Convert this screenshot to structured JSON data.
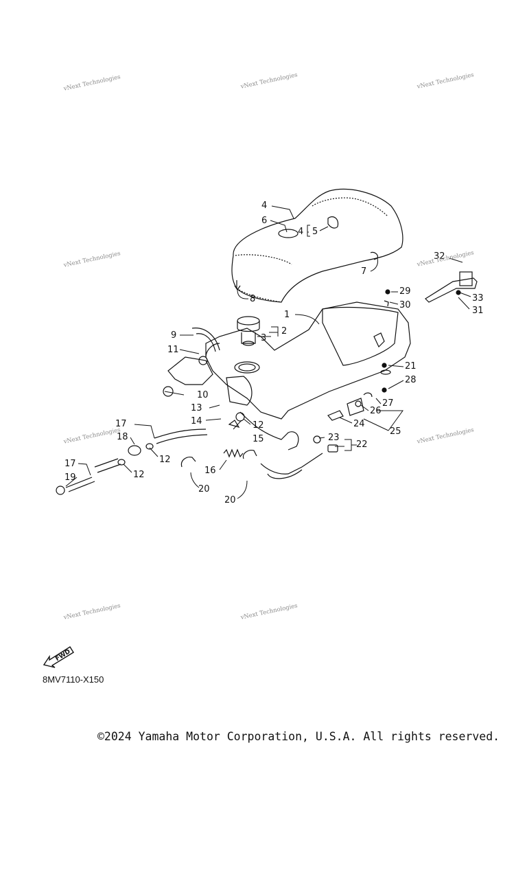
{
  "diagram": {
    "code": "8MV7110-X150",
    "fwd_label": "FWD",
    "copyright": "©2024 Yamaha Motor Corporation, U.S.A. All rights reserved.",
    "watermark": [
      "vNext Technologies",
      "vNext Technologies",
      "vNext Technologies",
      "vNext Technologies",
      "vNext Technologies",
      "vNext Technologies",
      "vNext Technologies",
      "vNext Technologies",
      "vNext Technologies"
    ],
    "callouts": [
      "4",
      "6",
      "4",
      "5",
      "7",
      "8",
      "1",
      "2",
      "3",
      "9",
      "11",
      "10",
      "13",
      "14",
      "15",
      "12",
      "29",
      "30",
      "32",
      "33",
      "31",
      "21",
      "28",
      "27",
      "26",
      "24",
      "25",
      "17",
      "18",
      "12",
      "17",
      "12",
      "19",
      "16",
      "20",
      "20",
      "23",
      "22"
    ]
  }
}
